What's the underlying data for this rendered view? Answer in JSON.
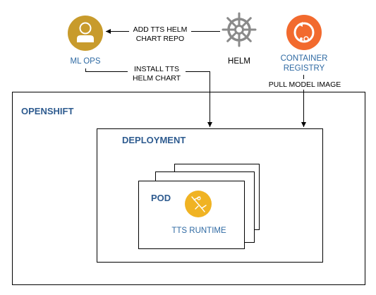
{
  "nodes": {
    "ml_ops": {
      "label": "ML OPS",
      "icon": "user-icon",
      "color": "#c89b2c"
    },
    "helm": {
      "label": "HELM",
      "icon": "helm-wheel-icon",
      "color": "#8a8a8a"
    },
    "container_registry": {
      "label_line1": "CONTAINER",
      "label_line2": "REGISTRY",
      "icon": "registry-icon",
      "color": "#f26a2e"
    },
    "openshift": {
      "label": "OPENSHIFT"
    },
    "deployment": {
      "label": "DEPLOYMENT"
    },
    "pod": {
      "label": "POD"
    },
    "tts_runtime": {
      "label": "TTS RUNTIME",
      "icon": "runtime-pen-icon",
      "color": "#f0b323"
    }
  },
  "edges": {
    "helm_to_mlops": {
      "line1": "ADD TTS HELM",
      "line2": "CHART REPO"
    },
    "mlops_to_deployment": {
      "line1": "INSTALL TTS",
      "line2": "HELM CHART"
    },
    "registry_to_deployment": {
      "line1": "PULL MODEL IMAGE"
    }
  },
  "colors": {
    "title_blue": "#2e5b8f",
    "label_blue": "#2f6aa3",
    "line": "#000000"
  }
}
